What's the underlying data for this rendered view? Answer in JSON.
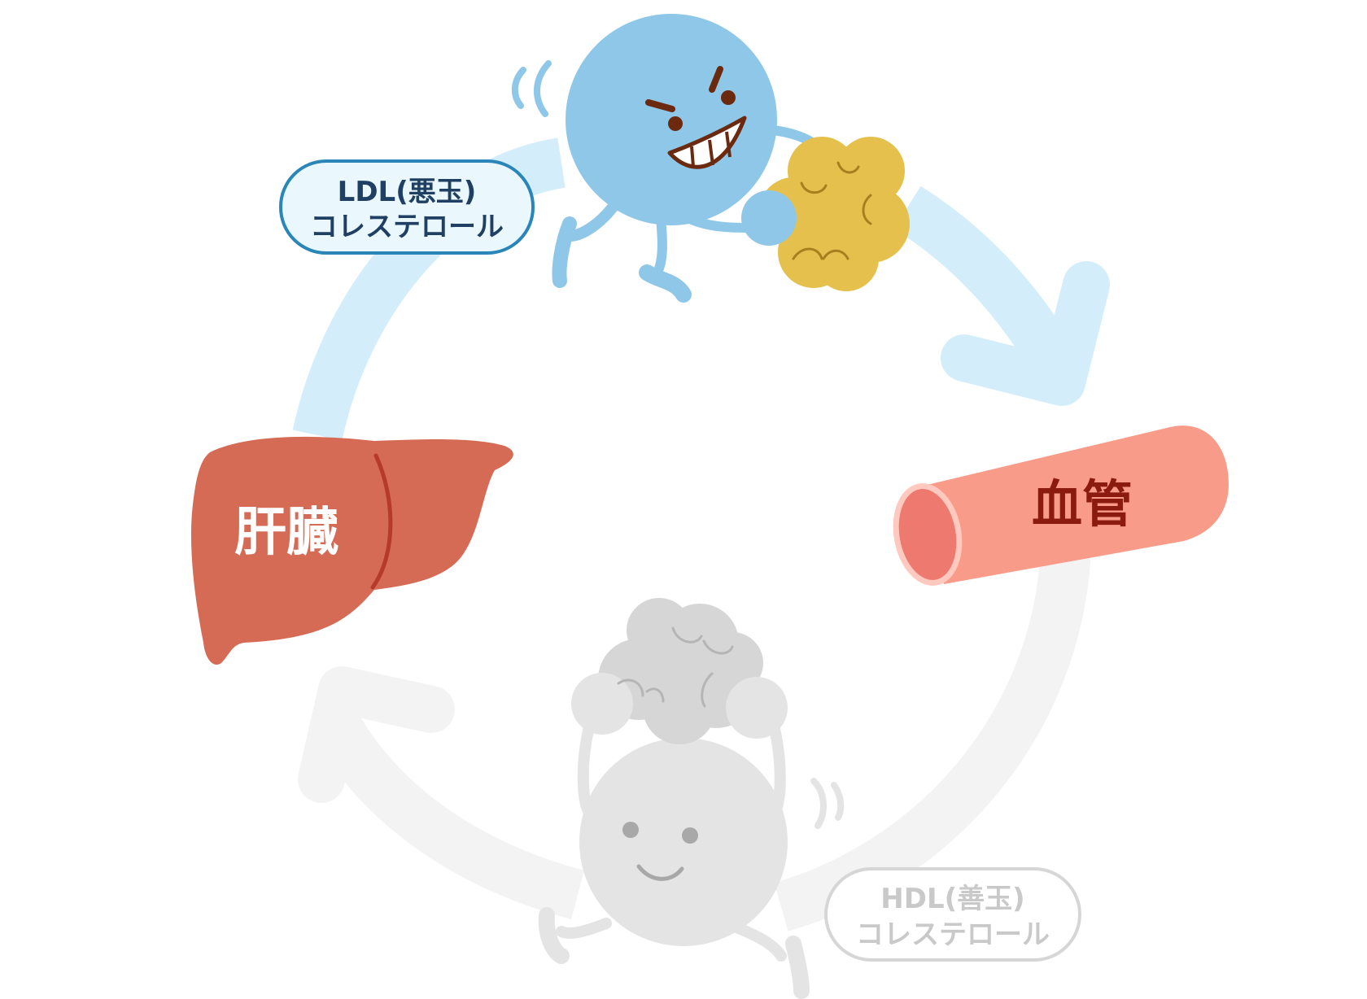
{
  "labels": {
    "ldl_line1": "LDL(悪玉)",
    "ldl_line2": "コレステロール",
    "hdl_line1": "HDL(善玉)",
    "hdl_line2": "コレステロール",
    "liver": "肝臓",
    "vessel": "血管"
  },
  "colors": {
    "ldl_body": "#8EC7E8",
    "ldl_label_border": "#2A86B8",
    "ldl_label_text": "#1F3F63",
    "arrow_blue": "#D3EEFA",
    "arrow_gray": "#F3F3F3",
    "liver": "#D56A55",
    "vessel": "#F99B89",
    "vessel_text": "#8B1A0F",
    "fat": "#E5C04D",
    "hdl_body": "#E4E4E4",
    "hdl_label_text": "#C9C9C9"
  },
  "icons": [
    "liver-icon",
    "blood-vessel-icon",
    "ldl-character-icon",
    "hdl-character-icon",
    "fat-clump-icon",
    "cholesterol-clump-icon"
  ]
}
